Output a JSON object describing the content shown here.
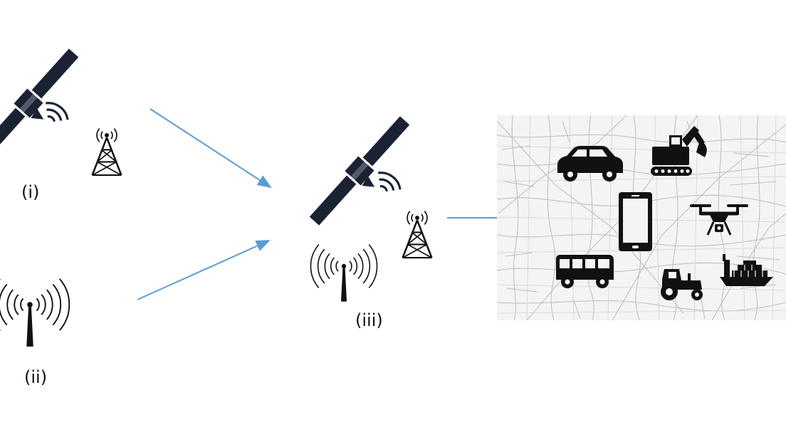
{
  "labels": {
    "group_i": "(i)",
    "group_ii": "(ii)",
    "group_iii": "(iii)"
  },
  "colors": {
    "arrow": "#5b9bd5",
    "satellite": "#1a2233",
    "icon": "#111111",
    "map_background": "#f4f4f4",
    "map_streets": "#bcbcbc"
  },
  "icons": {
    "group_i": [
      "satellite-icon",
      "cell-tower-icon"
    ],
    "group_ii": [
      "radio-antenna-icon"
    ],
    "group_iii": [
      "satellite-icon",
      "cell-tower-icon",
      "radio-antenna-icon"
    ],
    "map_panel": [
      "car-icon",
      "excavator-icon",
      "smartphone-icon",
      "drone-icon",
      "bus-icon",
      "tractor-icon",
      "ship-icon"
    ]
  }
}
